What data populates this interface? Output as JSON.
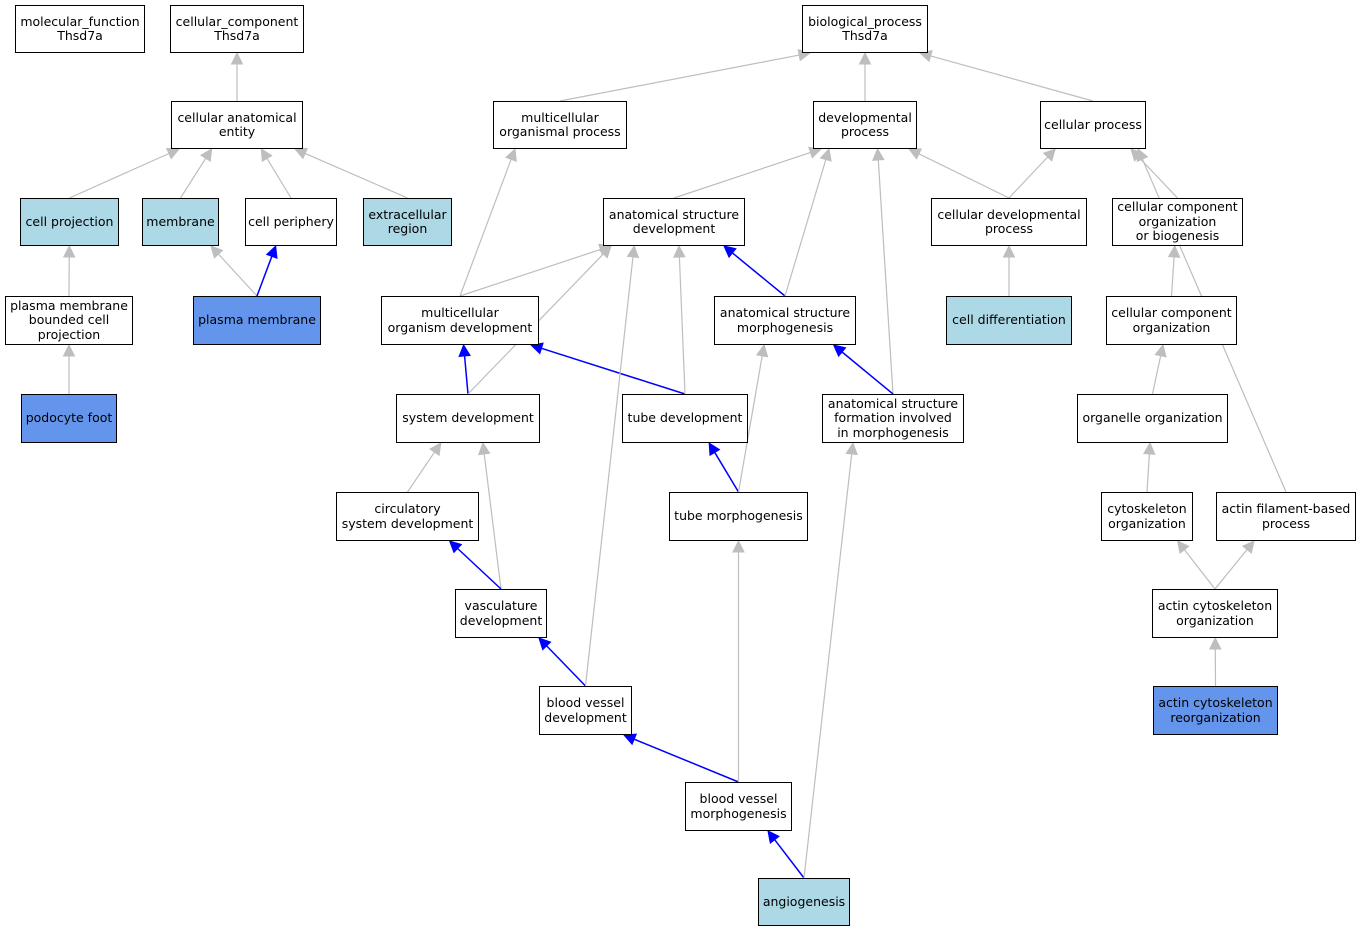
{
  "colors": {
    "light_highlight": "#add8e6",
    "dark_highlight": "#6495ed",
    "edge_default": "#bebebe",
    "edge_highlight": "#0000ff"
  },
  "nodes": {
    "mf": {
      "lines": [
        "molecular_function",
        "Thsd7a"
      ],
      "fill": "white"
    },
    "cc": {
      "lines": [
        "cellular_component",
        "Thsd7a"
      ],
      "fill": "white"
    },
    "bp": {
      "lines": [
        "biological_process",
        "Thsd7a"
      ],
      "fill": "white"
    },
    "cae": {
      "lines": [
        "cellular anatomical",
        "entity"
      ],
      "fill": "white"
    },
    "mop": {
      "lines": [
        "multicellular",
        "organismal process"
      ],
      "fill": "white"
    },
    "dev": {
      "lines": [
        "developmental",
        "process"
      ],
      "fill": "white"
    },
    "cp": {
      "lines": [
        "cellular process"
      ],
      "fill": "white"
    },
    "cproj": {
      "lines": [
        "cell projection"
      ],
      "fill": "light"
    },
    "mem": {
      "lines": [
        "membrane"
      ],
      "fill": "light"
    },
    "cper": {
      "lines": [
        "cell periphery"
      ],
      "fill": "white"
    },
    "ecr": {
      "lines": [
        "extracellular",
        "region"
      ],
      "fill": "light"
    },
    "asd": {
      "lines": [
        "anatomical structure",
        "development"
      ],
      "fill": "white"
    },
    "cdp": {
      "lines": [
        "cellular developmental",
        "process"
      ],
      "fill": "white"
    },
    "ccob": {
      "lines": [
        "cellular component",
        "organization",
        "or biogenesis"
      ],
      "fill": "white"
    },
    "pmbcp": {
      "lines": [
        "plasma membrane",
        "bounded cell",
        "projection"
      ],
      "fill": "white"
    },
    "pm": {
      "lines": [
        "plasma membrane"
      ],
      "fill": "dark"
    },
    "mod": {
      "lines": [
        "multicellular",
        "organism development"
      ],
      "fill": "white"
    },
    "asm": {
      "lines": [
        "anatomical structure",
        "morphogenesis"
      ],
      "fill": "white"
    },
    "cdiff": {
      "lines": [
        "cell differentiation"
      ],
      "fill": "light"
    },
    "cco": {
      "lines": [
        "cellular component",
        "organization"
      ],
      "fill": "white"
    },
    "pf": {
      "lines": [
        "podocyte foot"
      ],
      "fill": "dark"
    },
    "sd": {
      "lines": [
        "system development"
      ],
      "fill": "white"
    },
    "td": {
      "lines": [
        "tube development"
      ],
      "fill": "white"
    },
    "asf": {
      "lines": [
        "anatomical structure",
        "formation involved",
        "in morphogenesis"
      ],
      "fill": "white"
    },
    "oo": {
      "lines": [
        "organelle organization"
      ],
      "fill": "white"
    },
    "csd": {
      "lines": [
        "circulatory",
        "system development"
      ],
      "fill": "white"
    },
    "tm": {
      "lines": [
        "tube morphogenesis"
      ],
      "fill": "white"
    },
    "co": {
      "lines": [
        "cytoskeleton",
        "organization"
      ],
      "fill": "white"
    },
    "afbp": {
      "lines": [
        "actin filament-based",
        "process"
      ],
      "fill": "white"
    },
    "vd": {
      "lines": [
        "vasculature",
        "development"
      ],
      "fill": "white"
    },
    "aco": {
      "lines": [
        "actin cytoskeleton",
        "organization"
      ],
      "fill": "white"
    },
    "bvd": {
      "lines": [
        "blood vessel",
        "development"
      ],
      "fill": "white"
    },
    "acr": {
      "lines": [
        "actin cytoskeleton",
        "reorganization"
      ],
      "fill": "dark"
    },
    "bvm": {
      "lines": [
        "blood vessel",
        "morphogenesis"
      ],
      "fill": "white"
    },
    "ang": {
      "lines": [
        "angiogenesis"
      ],
      "fill": "light"
    }
  },
  "edges": [
    {
      "from": "cae",
      "to": "cc",
      "highlight": false
    },
    {
      "from": "mop",
      "to": "bp",
      "highlight": false
    },
    {
      "from": "dev",
      "to": "bp",
      "highlight": false
    },
    {
      "from": "cp",
      "to": "bp",
      "highlight": false
    },
    {
      "from": "cproj",
      "to": "cae",
      "highlight": false
    },
    {
      "from": "mem",
      "to": "cae",
      "highlight": false
    },
    {
      "from": "cper",
      "to": "cae",
      "highlight": false
    },
    {
      "from": "ecr",
      "to": "cae",
      "highlight": false
    },
    {
      "from": "pmbcp",
      "to": "cproj",
      "highlight": false
    },
    {
      "from": "pf",
      "to": "pmbcp",
      "highlight": false
    },
    {
      "from": "pm",
      "to": "mem",
      "highlight": false
    },
    {
      "from": "pm",
      "to": "cper",
      "highlight": true
    },
    {
      "from": "asd",
      "to": "dev",
      "highlight": false
    },
    {
      "from": "cdp",
      "to": "dev",
      "highlight": false
    },
    {
      "from": "cdp",
      "to": "cp",
      "highlight": false
    },
    {
      "from": "ccob",
      "to": "cp",
      "highlight": false
    },
    {
      "from": "afbp",
      "to": "cp",
      "highlight": false
    },
    {
      "from": "mod",
      "to": "mop",
      "highlight": false
    },
    {
      "from": "mod",
      "to": "asd",
      "highlight": false
    },
    {
      "from": "asm",
      "to": "asd",
      "highlight": true
    },
    {
      "from": "asm",
      "to": "dev",
      "highlight": false
    },
    {
      "from": "asf",
      "to": "dev",
      "highlight": false
    },
    {
      "from": "cdiff",
      "to": "cdp",
      "highlight": false
    },
    {
      "from": "cco",
      "to": "ccob",
      "highlight": false
    },
    {
      "from": "oo",
      "to": "cco",
      "highlight": false
    },
    {
      "from": "co",
      "to": "oo",
      "highlight": false
    },
    {
      "from": "aco",
      "to": "co",
      "highlight": false
    },
    {
      "from": "aco",
      "to": "afbp",
      "highlight": false
    },
    {
      "from": "acr",
      "to": "aco",
      "highlight": false
    },
    {
      "from": "sd",
      "to": "mod",
      "highlight": true
    },
    {
      "from": "sd",
      "to": "asd",
      "highlight": false
    },
    {
      "from": "td",
      "to": "mod",
      "highlight": true
    },
    {
      "from": "td",
      "to": "asd",
      "highlight": false
    },
    {
      "from": "asf",
      "to": "asm",
      "highlight": true
    },
    {
      "from": "csd",
      "to": "sd",
      "highlight": false
    },
    {
      "from": "vd",
      "to": "sd",
      "highlight": false
    },
    {
      "from": "vd",
      "to": "csd",
      "highlight": true
    },
    {
      "from": "tm",
      "to": "td",
      "highlight": true
    },
    {
      "from": "tm",
      "to": "asm",
      "highlight": false
    },
    {
      "from": "bvd",
      "to": "vd",
      "highlight": true
    },
    {
      "from": "bvd",
      "to": "asd",
      "highlight": false
    },
    {
      "from": "bvm",
      "to": "bvd",
      "highlight": true
    },
    {
      "from": "bvm",
      "to": "tm",
      "highlight": false
    },
    {
      "from": "ang",
      "to": "bvm",
      "highlight": true
    },
    {
      "from": "ang",
      "to": "asf",
      "highlight": false
    }
  ]
}
